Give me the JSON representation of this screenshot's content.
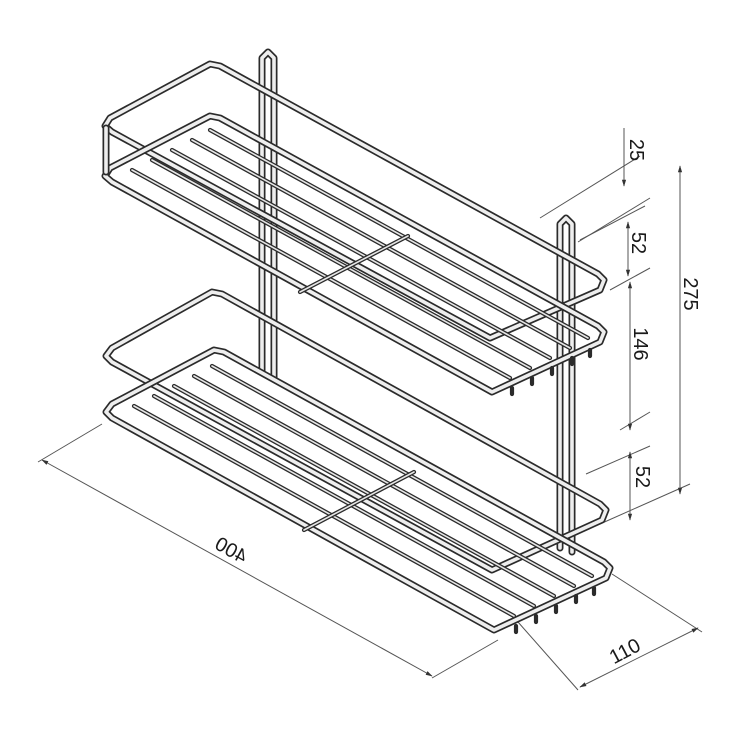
{
  "drawing": {
    "subject": "",
    "dimensions": {
      "width": "400",
      "depth": "110",
      "overall_height": "275",
      "top_offset": "25",
      "upper_shelf_height": "52",
      "shelf_gap": "146",
      "lower_shelf_height": "52"
    },
    "colors": {
      "background": "#ffffff",
      "wire_outline": "#2b2b2b",
      "wire_fill": "#eeeeee",
      "dimension_line": "#555555"
    }
  }
}
